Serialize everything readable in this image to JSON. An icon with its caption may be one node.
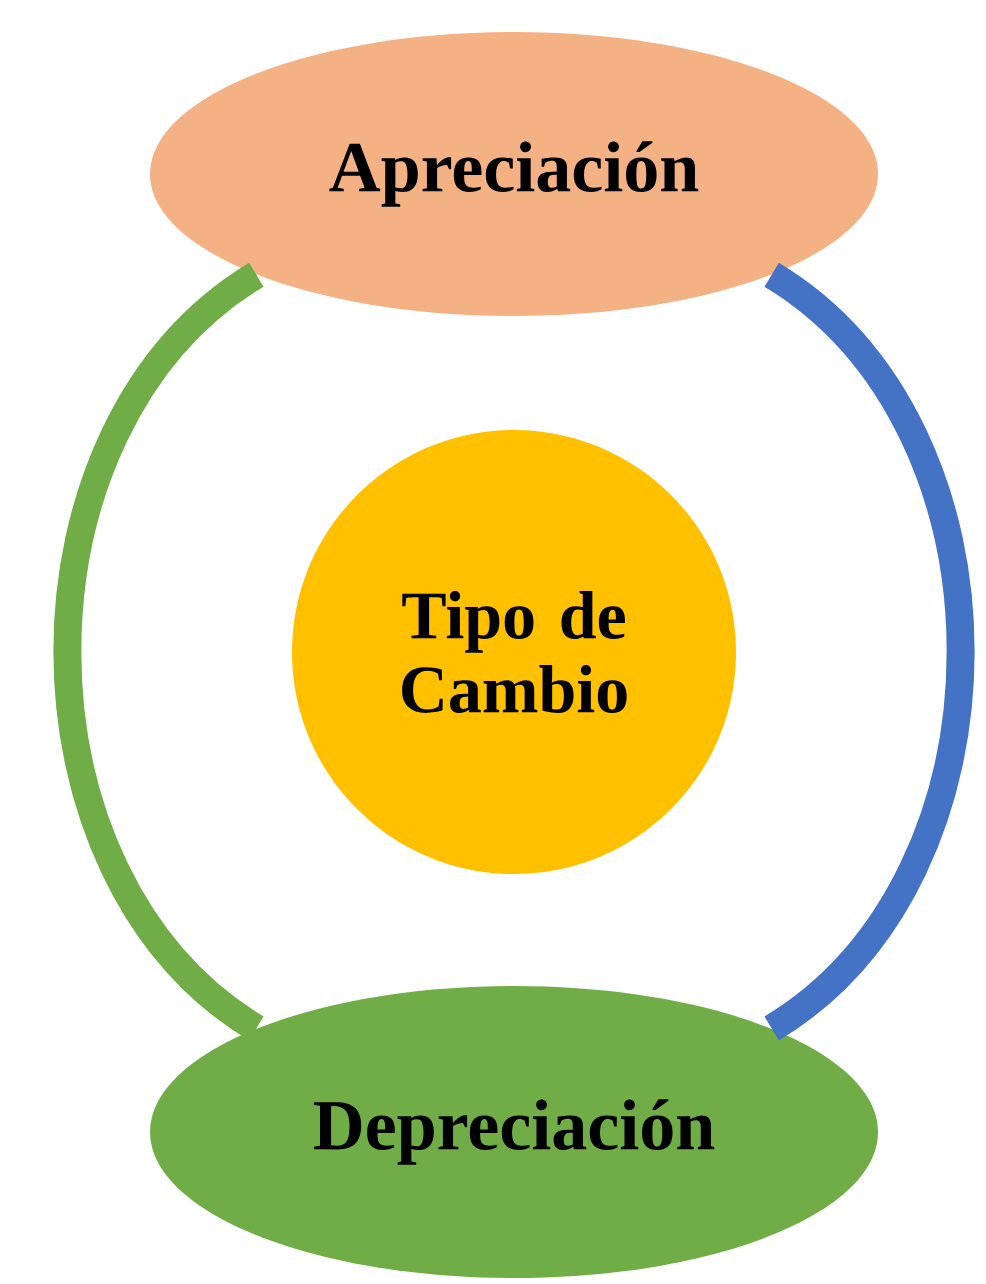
{
  "diagram": {
    "nodes": [
      {
        "text": [
          "Apreciación"
        ]
      },
      {
        "text": [
          "Tipo de Cambio"
        ]
      },
      {
        "text": [
          "Depreciación"
        ]
      }
    ],
    "edges": [
      {
        "from": 2,
        "to": 0,
        "arrow": "none",
        "color": "#70ad47"
      },
      {
        "from": 0,
        "to": 2,
        "arrow": "none",
        "color": "#4472c4"
      }
    ]
  }
}
